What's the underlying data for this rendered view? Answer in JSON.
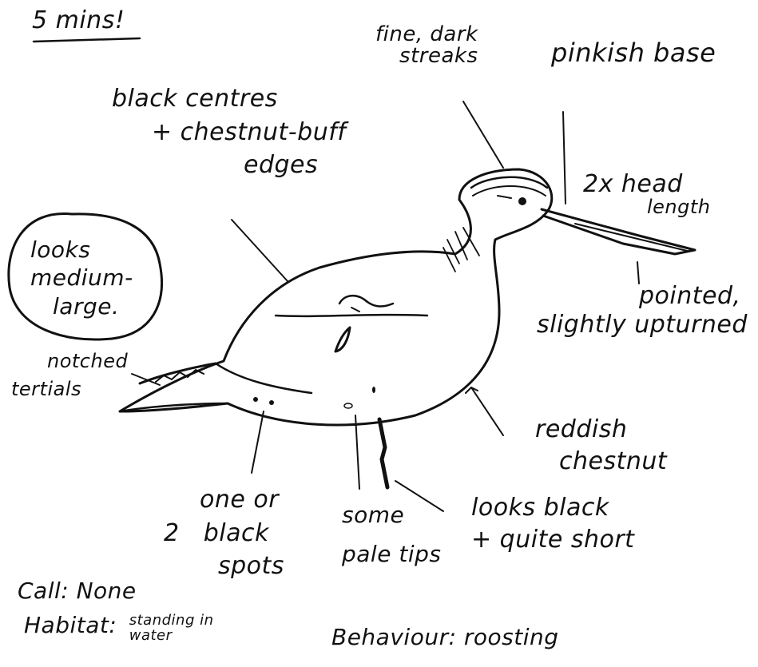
{
  "title": "5 mins!",
  "annotations": {
    "crown": [
      "fine, dark",
      "streaks"
    ],
    "bill_base": "pinkish base",
    "back": [
      "black centres",
      "+ chestnut-buff",
      "edges"
    ],
    "bill_length": [
      "2x head",
      "length"
    ],
    "size": [
      "looks",
      "medium-",
      "large."
    ],
    "bill_shape": [
      "pointed,",
      "slightly upturned"
    ],
    "tertials": [
      "notched",
      "tertials"
    ],
    "underparts": [
      "reddish",
      "chestnut"
    ],
    "spots": [
      "one or",
      "2   black",
      "spots"
    ],
    "pale_tips": [
      "some",
      "pale tips"
    ],
    "legs": [
      "looks black",
      "+ quite short"
    ],
    "call": "Call: None",
    "habitat_label": "Habitat:",
    "habitat_value": [
      "standing in",
      "water"
    ],
    "behaviour": "Behaviour: roosting"
  }
}
